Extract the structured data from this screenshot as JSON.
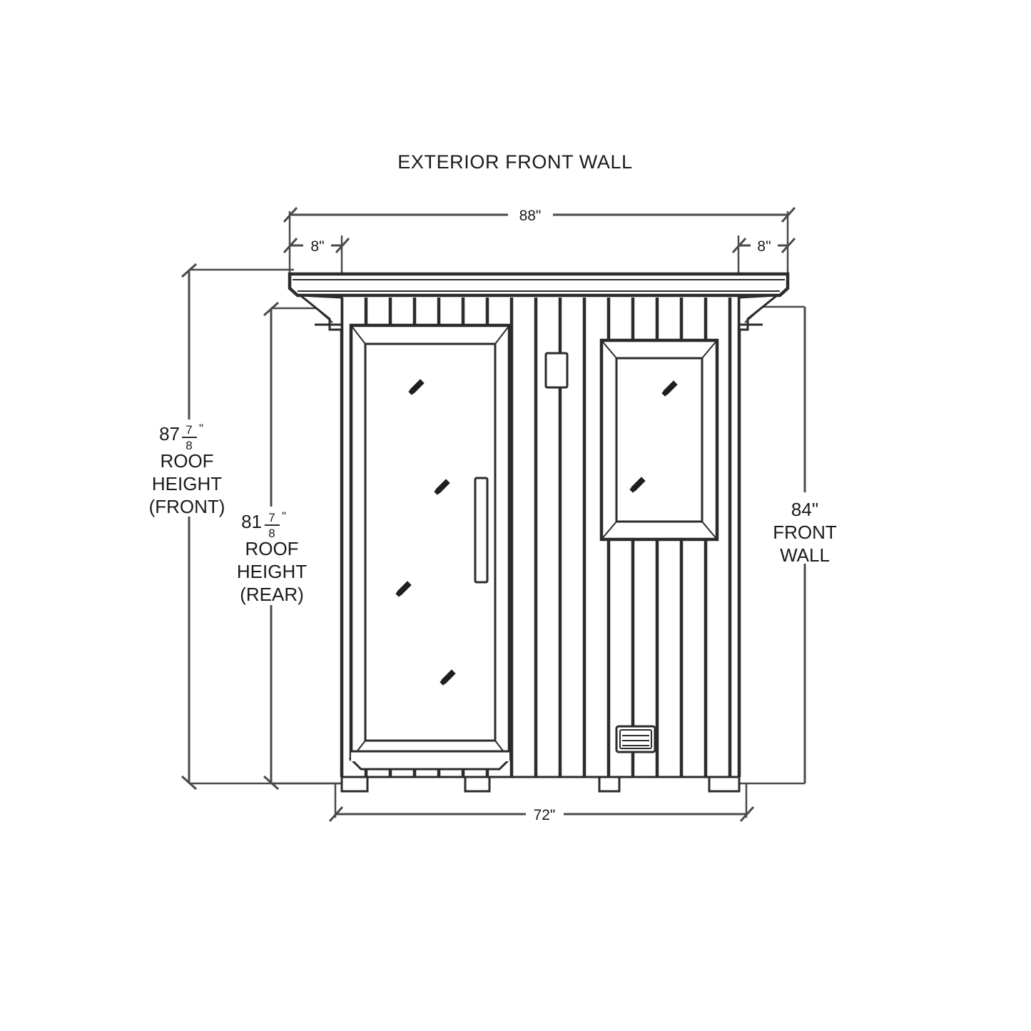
{
  "drawing": {
    "title": "EXTERIOR FRONT WALL",
    "view_type": "front elevation",
    "units": "inches"
  },
  "dimensions": {
    "overall_roof_width": {
      "value": "88\"",
      "name": "roof-width"
    },
    "left_overhang": {
      "value": "8\"",
      "name": "left-eave-overhang"
    },
    "right_overhang": {
      "value": "8\"",
      "name": "right-eave-overhang"
    },
    "roof_height_front": {
      "whole": "87",
      "numerator": "7",
      "denominator": "8",
      "inch": "\"",
      "line1": "ROOF",
      "line2": "HEIGHT",
      "line3": "(FRONT)"
    },
    "roof_height_rear": {
      "whole": "81",
      "numerator": "7",
      "denominator": "8",
      "inch": "\"",
      "line1": "ROOF",
      "line2": "HEIGHT",
      "line3": "(REAR)"
    },
    "front_wall_height": {
      "value": "84\"",
      "line1": "FRONT",
      "line2": "WALL"
    },
    "base_width": {
      "value": "72\"",
      "name": "cabin-base-width"
    }
  },
  "components": {
    "roof_panel": "roof-panel",
    "left_eave_bracket": "left-eave-bracket",
    "right_eave_bracket": "right-eave-bracket",
    "siding": "vertical-siding-slats",
    "door": "glass-entry-door",
    "door_handle": "door-pull-handle",
    "window": "fixed-window",
    "light_fixture": "wall-light-fixture",
    "vent": "louvered-vent",
    "left_foot": "left-base-foot",
    "right_foot": "right-base-foot",
    "threshold": "door-threshold"
  },
  "colors": {
    "line": "#2b2b2b",
    "dimension_line": "#4a4a4a",
    "background": "#ffffff",
    "text": "#1a1a1a"
  }
}
